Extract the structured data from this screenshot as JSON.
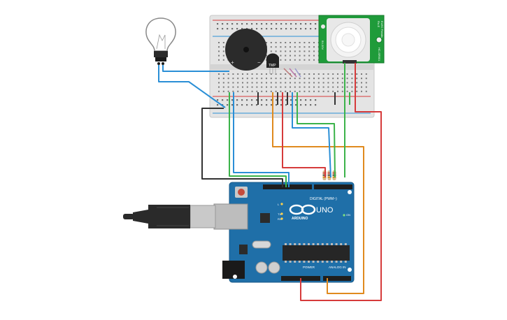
{
  "pir_sensor": {
    "label_brand": "ELEC Freaks",
    "label_model": "HC-SR501",
    "label_voltage": "5V-20V",
    "label_side": "Ro-E"
  },
  "buzzer": {
    "plus": "+",
    "minus": "−"
  },
  "thermistor": {
    "label": "TMP"
  },
  "arduino": {
    "digital_label": "DIGITAL (PWM~)",
    "brand_label": "ARDUINO",
    "model_label": "UNO",
    "power_label": "POWER",
    "analog_label": "ANALOG IN",
    "on_label": "ON",
    "tx_label": "TX",
    "rx_label": "RX",
    "l_label": "L"
  },
  "colors": {
    "board": "#1f6fa8",
    "breadboard": "#e4e4e4",
    "wire_red": "#d63b3b",
    "wire_orange": "#e08a1e",
    "wire_green": "#3bb34a",
    "wire_blue": "#2a8fd6",
    "wire_black": "#333333",
    "pir_green": "#1f9b3a"
  }
}
